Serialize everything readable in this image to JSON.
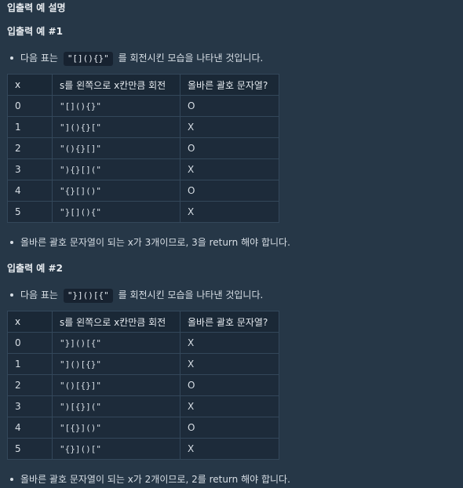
{
  "heading": "입출력 예 설명",
  "examples": [
    {
      "title": "입출력 예 #1",
      "intro_pre": "다음 표는",
      "code": "\"[](){}\"",
      "intro_post": "를 회전시킨 모습을 나타낸 것입니다.",
      "headers": [
        "x",
        "s를 왼쪽으로 x칸만큼 회전",
        "올바른 괄호 문자열?"
      ],
      "rows": [
        {
          "x": "0",
          "s": "\"[](){}\"",
          "ok": "O"
        },
        {
          "x": "1",
          "s": "\"](){}[\"",
          "ok": "X"
        },
        {
          "x": "2",
          "s": "\"(){}[]\"",
          "ok": "O"
        },
        {
          "x": "3",
          "s": "\"){}[](\"",
          "ok": "X"
        },
        {
          "x": "4",
          "s": "\"{}[]()\"",
          "ok": "O"
        },
        {
          "x": "5",
          "s": "\"}[](){\"",
          "ok": "X"
        }
      ],
      "conclusion": "올바른 괄호 문자열이 되는 x가 3개이므로, 3을 return 해야 합니다."
    },
    {
      "title": "입출력 예 #2",
      "intro_pre": "다음 표는",
      "code": "\"}]()[{\"",
      "intro_post": "를 회전시킨 모습을 나타낸 것입니다.",
      "headers": [
        "x",
        "s를 왼쪽으로 x칸만큼 회전",
        "올바른 괄호 문자열?"
      ],
      "rows": [
        {
          "x": "0",
          "s": "\"}]()[{\"",
          "ok": "X"
        },
        {
          "x": "1",
          "s": "\"]()[{}\"",
          "ok": "X"
        },
        {
          "x": "2",
          "s": "\"()[{}]\"",
          "ok": "O"
        },
        {
          "x": "3",
          "s": "\")[{}](\"",
          "ok": "X"
        },
        {
          "x": "4",
          "s": "\"[{}]()\"",
          "ok": "O"
        },
        {
          "x": "5",
          "s": "\"{}]()[\"",
          "ok": "X"
        }
      ],
      "conclusion": "올바른 괄호 문자열이 되는 x가 2개이므로, 2를 return 해야 합니다."
    }
  ]
}
